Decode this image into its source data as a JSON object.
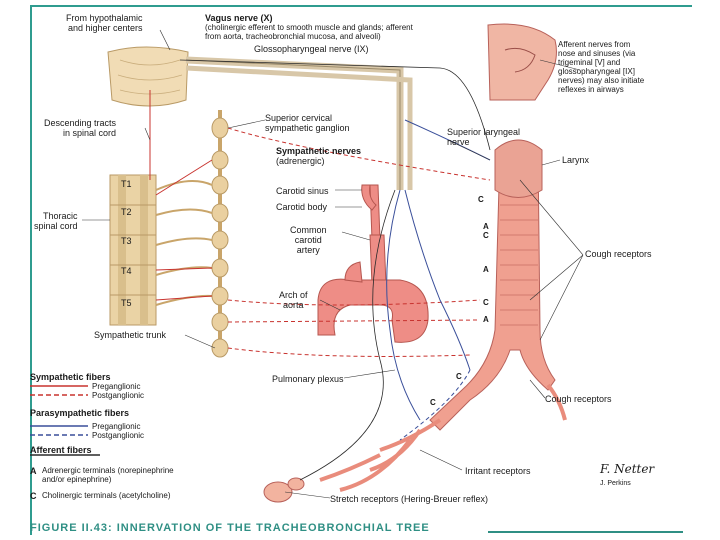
{
  "labels": {
    "hypothalamic": [
      "From hypothalamic",
      "and higher centers"
    ],
    "vagus_title": "Vagus nerve (X)",
    "vagus_desc": [
      "(cholinergic efferent to smooth muscle and glands; afferent",
      "from aorta, tracheobronchial mucosa, and alveoli)"
    ],
    "glossopharyngeal": "Glossopharyngeal nerve (IX)",
    "afferent_nose": [
      "Afferent nerves from",
      "nose and sinuses (via",
      "trigeminal [V] and",
      "glossopharyngeal [IX]",
      "nerves) may also initiate",
      "reflexes in airways"
    ],
    "descending": [
      "Descending tracts",
      "in spinal cord"
    ],
    "sup_cervical": [
      "Superior cervical",
      "sympathetic ganglion"
    ],
    "sup_laryngeal": [
      "Superior laryngeal",
      "nerve"
    ],
    "sympathetic_nerves": "Sympathetic nerves",
    "adrenergic": "(adrenergic)",
    "larynx": "Larynx",
    "carotid_sinus": "Carotid sinus",
    "carotid_body": "Carotid body",
    "common_carotid": [
      "Common",
      "carotid",
      "artery"
    ],
    "thoracic": [
      "Thoracic",
      "spinal cord"
    ],
    "cough_receptors_1": "Cough receptors",
    "arch_aorta": [
      "Arch of",
      "aorta"
    ],
    "sympathetic_trunk": "Sympathetic trunk",
    "pulmonary_plexus": "Pulmonary plexus",
    "cough_receptors_2": "Cough receptors",
    "irritant": "Irritant receptors",
    "stretch": "Stretch receptors (Hering-Breuer reflex)",
    "segments": [
      "T1",
      "T2",
      "T3",
      "T4",
      "T5"
    ],
    "terminal_a": "A",
    "terminal_c": "C"
  },
  "legend": {
    "sympathetic_title": "Sympathetic fibers",
    "sym_pre": "Preganglionic",
    "sym_post": "Postganglionic",
    "para_title": "Parasympathetic fibers",
    "para_pre": "Preganglionic",
    "para_post": "Postganglionic",
    "afferent_title": "Afferent fibers",
    "a_key": "A",
    "a_text": [
      "Adrenergic terminals (norepinephrine",
      "and/or epinephrine)"
    ],
    "c_key": "C",
    "c_text": "Cholinergic terminals (acetylcholine)"
  },
  "caption": "FIGURE II.43: INNERVATION OF THE TRACHEOBRONCHIAL TREE",
  "signature": [
    "F. Netter",
    "J. Perkins"
  ],
  "colors": {
    "sympathetic": "#c8332f",
    "parasympathetic": "#3a4f9a",
    "afferent": "#2a2a2a",
    "teal": "#2f9c8f",
    "tissue": "#ef9a8a",
    "spine": "#e9d3a6"
  }
}
